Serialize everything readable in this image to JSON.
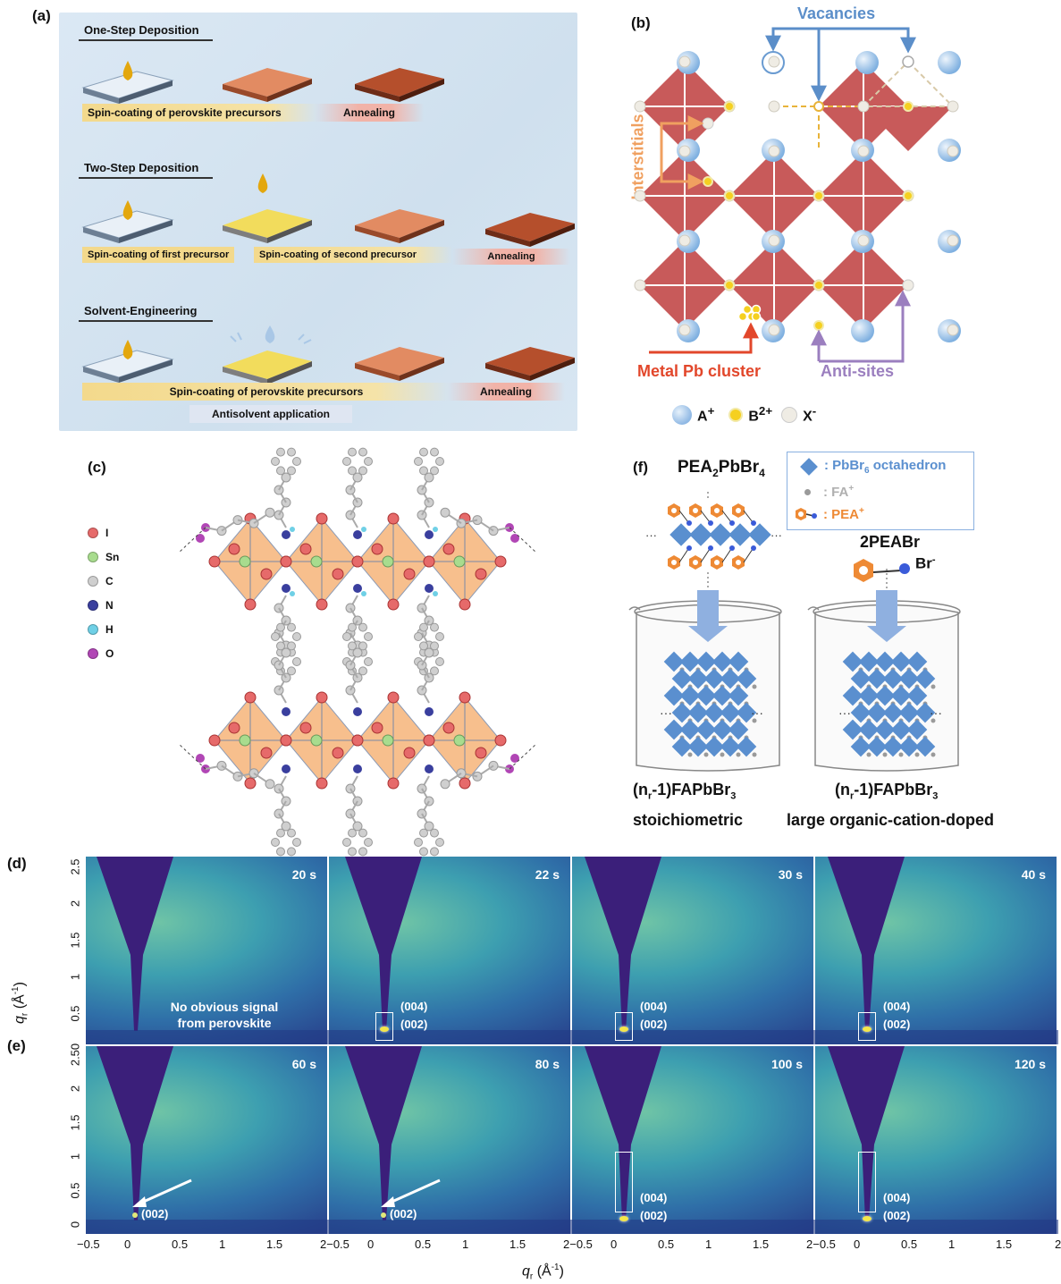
{
  "panels": {
    "a": {
      "label": "(a)",
      "sections": [
        {
          "title": "One-Step Deposition",
          "steps": [
            "Spin-coating of perovskite precursors",
            "Annealing"
          ]
        },
        {
          "title": "Two-Step Deposition",
          "steps": [
            "Spin-coating of first precursor",
            "Spin-coating of second precursor",
            "Annealing"
          ]
        },
        {
          "title": "Solvent-Engineering",
          "steps": [
            "Spin-coating of perovskite precursors",
            "Annealing",
            "Antisolvent application"
          ]
        }
      ]
    },
    "b": {
      "label": "(b)",
      "vacancies": "Vacancies",
      "interstitials": "Interstitials",
      "metal_cluster": "Metal Pb cluster",
      "antisites": "Anti-sites",
      "legend": {
        "a": "A",
        "a_sup": "+",
        "b": "B",
        "b_sup": "2+",
        "x": "X",
        "x_sup": "-"
      },
      "colors": {
        "vacancies": "#5b8ec9",
        "interstitials": "#f0a060",
        "metal_cluster": "#e2472b",
        "antisites": "#9b7fbf",
        "octahedron": "#c85a5a"
      }
    },
    "c": {
      "label": "(c)",
      "legend": [
        {
          "name": "I",
          "color": "#e66a6a"
        },
        {
          "name": "Sn",
          "color": "#a8dc8e"
        },
        {
          "name": "C",
          "color": "#cfcfcf"
        },
        {
          "name": "N",
          "color": "#3a3f9e"
        },
        {
          "name": "H",
          "color": "#6fd0e6"
        },
        {
          "name": "O",
          "color": "#b146b5"
        }
      ]
    },
    "f": {
      "label": "(f)",
      "left_title": "PEA",
      "left_title_sub": "2",
      "left_title_mid": "PbBr",
      "left_title_sub2": "4",
      "legend_octahedron_pre": ": PbBr",
      "legend_octahedron_sub": "6",
      "legend_octahedron_post": " octahedron",
      "legend_fa": ": FA",
      "legend_fa_sup": "+",
      "legend_pea": ": PEA",
      "legend_pea_sup": "+",
      "right_title": "2PEABr",
      "br_label": "Br",
      "br_sup": "-",
      "formula_left_pre": "(n",
      "formula_sub": "r",
      "formula_post": "-1)FAPbBr",
      "formula_sub3": "3",
      "left_caption": "stoichiometric",
      "right_caption": "large organic-cation-doped"
    },
    "d": {
      "label": "(d)",
      "frames": [
        {
          "time": "20 s",
          "note_line1": "No obvious signal",
          "note_line2": "from perovskite",
          "peaks": []
        },
        {
          "time": "22 s",
          "peaks": [
            "(004)",
            "(002)"
          ]
        },
        {
          "time": "30 s",
          "peaks": [
            "(004)",
            "(002)"
          ]
        },
        {
          "time": "40 s",
          "peaks": [
            "(004)",
            "(002)"
          ]
        }
      ]
    },
    "e": {
      "label": "(e)",
      "frames": [
        {
          "time": "60 s",
          "peaks": [
            "(002)"
          ]
        },
        {
          "time": "80 s",
          "peaks": [
            "(002)"
          ]
        },
        {
          "time": "100 s",
          "peaks": [
            "(004)",
            "(002)"
          ]
        },
        {
          "time": "120 s",
          "peaks": [
            "(004)",
            "(002)"
          ]
        }
      ]
    },
    "axes": {
      "ylabel": "q",
      "ylabel_sub": "r",
      "ylabel_unit": " (Å",
      "ylabel_exp": "-1",
      "ylabel_close": ")",
      "xlabel": "q",
      "xlabel_sub": "r",
      "xlabel_unit": " (Å",
      "xlabel_exp": "-1",
      "xlabel_close": ")",
      "xticks_first": [
        "−0.5",
        "0",
        "0.5",
        "1",
        "1.5",
        "2"
      ],
      "xticks_mid": [
        "−0.5",
        "0",
        "0.5",
        "1",
        "1.5"
      ],
      "xticks_joined": "2−0.5",
      "xticks_last_end": "2",
      "yticks_d": [
        "2.5",
        "2",
        "1.5",
        "1",
        "0.5"
      ],
      "yticks_e": [
        "2.50",
        "2",
        "1.5",
        "1",
        "0.5",
        "0"
      ]
    }
  }
}
